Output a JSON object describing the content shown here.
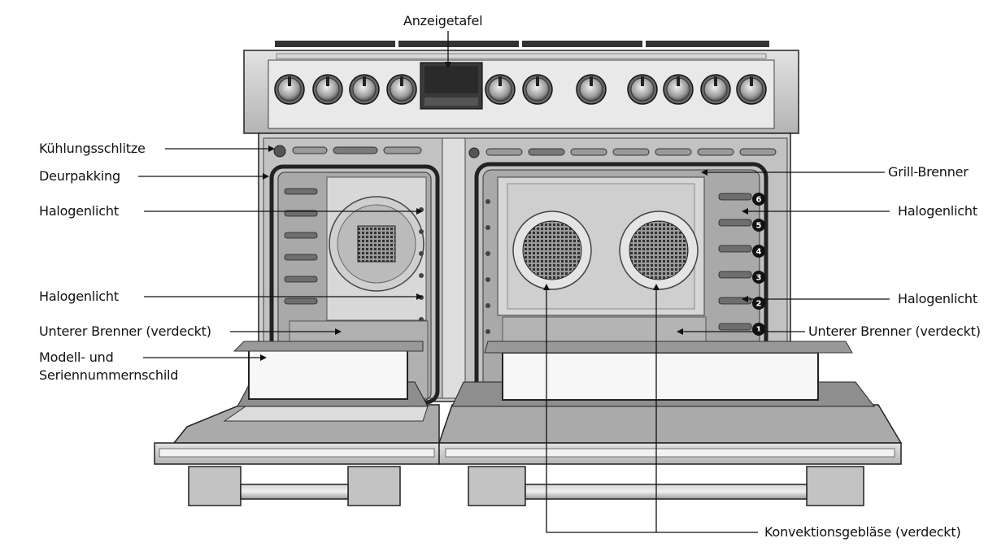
{
  "labels": {
    "display_panel": "Anzeigetafel",
    "cooling_slots": "Kühlungsschlitze",
    "door_gasket": "Deurpakking",
    "halogen_light_left_top": "Halogenlicht",
    "halogen_light_left_bottom": "Halogenlicht",
    "lower_burner_left": "Unterer Brenner (verdeckt)",
    "model_serial_plate_line1": "Modell- und",
    "model_serial_plate_line2": "Seriennummernschild",
    "grill_burner": "Grill-Brenner",
    "halogen_light_right_top": "Halogenlicht",
    "halogen_light_right_bottom": "Halogenlicht",
    "lower_burner_right": "Unterer Brenner (verdeckt)",
    "convection_fans": "Konvektionsgebläse (verdeckt)"
  },
  "rack_positions": [
    "6",
    "5",
    "4",
    "3",
    "2",
    "1"
  ],
  "colors": {
    "steel": "#c9c9c9",
    "steel_dark": "#8c8c8c",
    "cavity": "#b8b8b8",
    "outline": "#222222",
    "window": "#f7f7f7"
  }
}
